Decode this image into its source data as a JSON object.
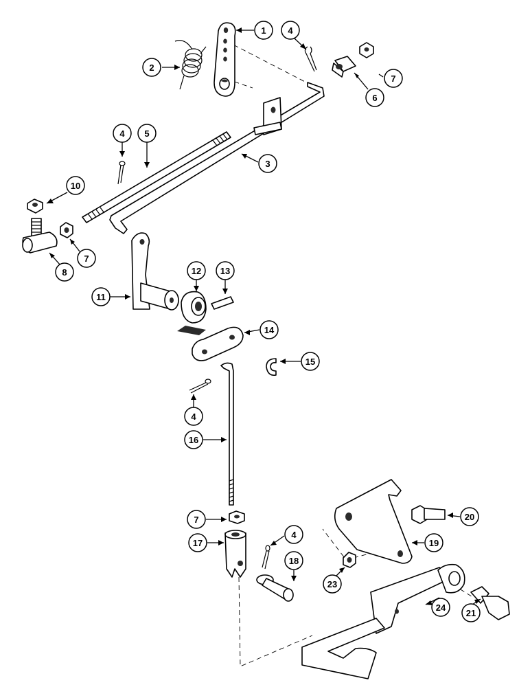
{
  "diagram": {
    "callouts": [
      {
        "id": "c1",
        "label": "1",
        "part": "lever-plate"
      },
      {
        "id": "c2",
        "label": "2",
        "part": "torsion-spring"
      },
      {
        "id": "c4a",
        "label": "4",
        "part": "cotter-pin"
      },
      {
        "id": "c7a",
        "label": "7",
        "part": "hex-nut"
      },
      {
        "id": "c6",
        "label": "6",
        "part": "barrel-nut"
      },
      {
        "id": "c3",
        "label": "3",
        "part": "bent-rod"
      },
      {
        "id": "c5",
        "label": "5",
        "part": "threaded-rod"
      },
      {
        "id": "c4b",
        "label": "4",
        "part": "cotter-pin"
      },
      {
        "id": "c10",
        "label": "10",
        "part": "hex-nut"
      },
      {
        "id": "c7b",
        "label": "7",
        "part": "hex-nut"
      },
      {
        "id": "c8",
        "label": "8",
        "part": "swivel-block"
      },
      {
        "id": "c11",
        "label": "11",
        "part": "lever-shaft"
      },
      {
        "id": "c12",
        "label": "12",
        "part": "bushing"
      },
      {
        "id": "c13",
        "label": "13",
        "part": "roll-pin"
      },
      {
        "id": "c14",
        "label": "14",
        "part": "link-plate"
      },
      {
        "id": "c15",
        "label": "15",
        "part": "retaining-clip"
      },
      {
        "id": "c4c",
        "label": "4",
        "part": "cotter-pin"
      },
      {
        "id": "c16",
        "label": "16",
        "part": "threaded-rod-long"
      },
      {
        "id": "c7c",
        "label": "7",
        "part": "hex-nut"
      },
      {
        "id": "c17",
        "label": "17",
        "part": "clevis"
      },
      {
        "id": "c4d",
        "label": "4",
        "part": "cotter-pin"
      },
      {
        "id": "c18",
        "label": "18",
        "part": "clevis-pin"
      },
      {
        "id": "c20",
        "label": "20",
        "part": "bolt"
      },
      {
        "id": "c19",
        "label": "19",
        "part": "bracket"
      },
      {
        "id": "c23",
        "label": "23",
        "part": "hex-nut"
      },
      {
        "id": "c24",
        "label": "24",
        "part": "pedal"
      },
      {
        "id": "c21",
        "label": "21",
        "part": "bolt"
      }
    ]
  }
}
